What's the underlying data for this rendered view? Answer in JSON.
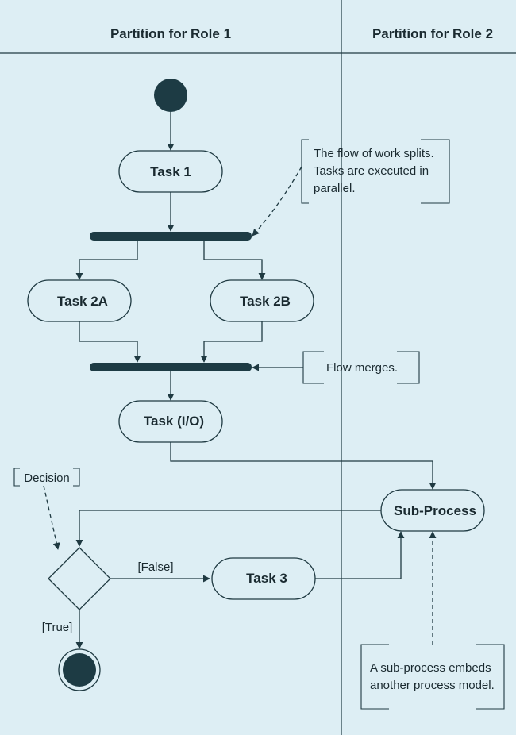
{
  "partitions": {
    "role1": "Partition for Role 1",
    "role2": "Partition for Role 2"
  },
  "nodes": {
    "task1": "Task 1",
    "task2a": "Task 2A",
    "task2b": "Task 2B",
    "task_io": "Task (I/O)",
    "subprocess": "Sub-Process",
    "task3": "Task 3"
  },
  "guards": {
    "false": "[False]",
    "true": "[True]"
  },
  "notes": {
    "split": [
      "The flow of work splits.",
      "Tasks are executed in",
      "parallel."
    ],
    "merge": "Flow merges.",
    "decision": "Decision",
    "subprocess": [
      "A sub-process embeds",
      "another process model."
    ]
  },
  "colors": {
    "background": "#ddeef4",
    "line": "#1f3a42",
    "node_fill": "#1d3b44"
  }
}
